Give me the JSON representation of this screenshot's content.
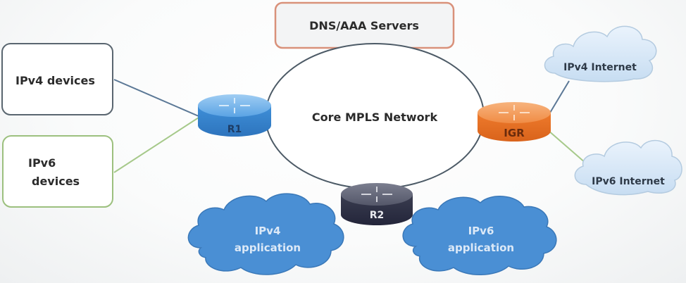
{
  "diagram": {
    "title": "IPv4/IPv6 network over Core MPLS",
    "nodes": {
      "dns_servers": {
        "label": "DNS/AAA Servers",
        "border_color": "#d9917a"
      },
      "ipv4_devices": {
        "label": "IPv4 devices",
        "border_color": "#5a6670"
      },
      "ipv6_devices": {
        "label_line1": "IPv6",
        "label_line2": "devices",
        "border_color": "#9cc07e"
      },
      "core": {
        "label": "Core MPLS Network"
      },
      "r1": {
        "label": "R1",
        "color": "#3f8fd8"
      },
      "igr": {
        "label": "IGR",
        "color": "#ee7a2c"
      },
      "r2": {
        "label": "R2",
        "color": "#35384a"
      },
      "ipv4_internet": {
        "label": "IPv4 Internet"
      },
      "ipv6_internet": {
        "label": "IPv6 Internet"
      },
      "ipv4_app": {
        "label_line1": "IPv4",
        "label_line2": "application"
      },
      "ipv6_app": {
        "label_line1": "IPv6",
        "label_line2": "application"
      }
    },
    "links": [
      {
        "from": "IPv4 devices",
        "to": "R1",
        "color": "#5b7896"
      },
      {
        "from": "IPv6 devices",
        "to": "R1",
        "color": "#a6c98a"
      },
      {
        "from": "IGR",
        "to": "IPv4 Internet",
        "color": "#5b7896"
      },
      {
        "from": "IGR",
        "to": "IPv6 Internet",
        "color": "#a6c98a"
      }
    ]
  }
}
